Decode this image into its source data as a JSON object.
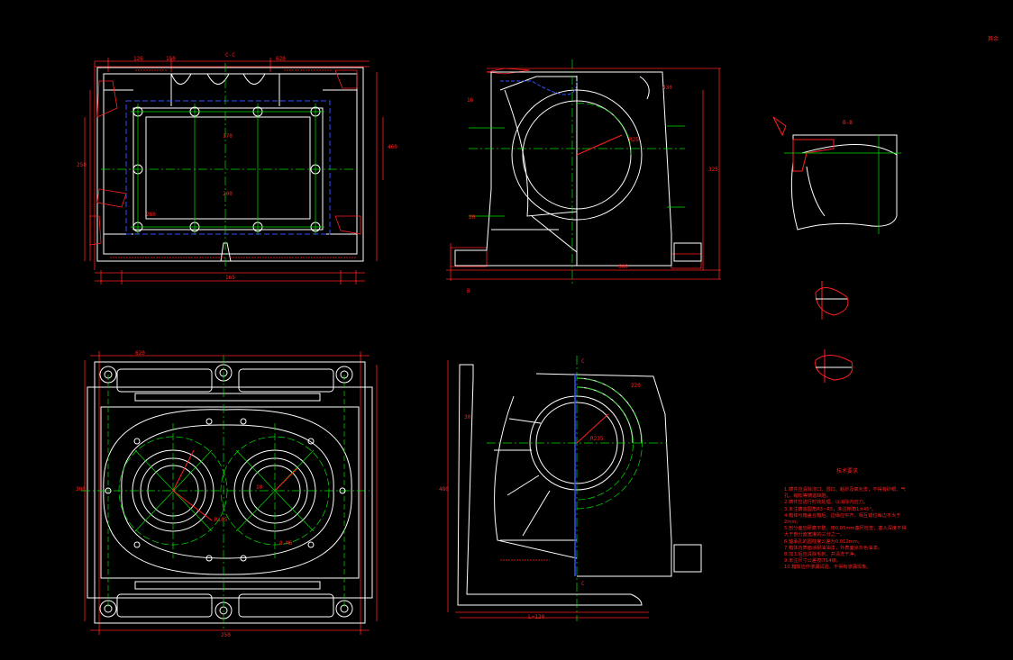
{
  "drawing": {
    "section_cc": "C-C",
    "section_bb": "B-B",
    "surface_mark": "其余",
    "section_letters": [
      "C",
      "C",
      "B"
    ],
    "dims_top_left": [
      "126",
      "150",
      "620",
      "170",
      "200",
      "280",
      "250",
      "460",
      "165"
    ],
    "dims_top_mid": [
      "16",
      "20",
      "R25",
      "325",
      "600",
      "430"
    ],
    "dims_bottom_left": [
      "620",
      "250",
      "300",
      "R105",
      "10",
      "8-M6"
    ],
    "dims_bottom_mid": [
      "220",
      "R235",
      "30",
      "L=120",
      "480"
    ]
  },
  "notes": {
    "title": "技术要求",
    "items": [
      "1.铸件应清除浇口、冒口、粘砂及氧化皮，不得有砂眼、气孔、缩松等铸造缺陷。",
      "2.铸件应进行时效处理，以消除内应力。",
      "3.未注铸造圆角R3~R5，未注倒角1×45°。",
      "4.箱体与箱盖合箱后，边缘应平齐，相互错位每边不大于2mm。",
      "5.剖分面应研磨平整，用0.05mm塞尺检查，塞入深度不得大于剖分面宽度的三分之一。",
      "6.轴承孔的圆柱度公差为0.012mm。",
      "7.箱体内表面涂耐油油漆，外表面涂灰色油漆。",
      "8.加工后应清除毛刺，并清洗干净。",
      "9.未注尺寸公差按IT14级。",
      "10.箱体应作渗漏试验，不得有渗漏现象。"
    ]
  }
}
